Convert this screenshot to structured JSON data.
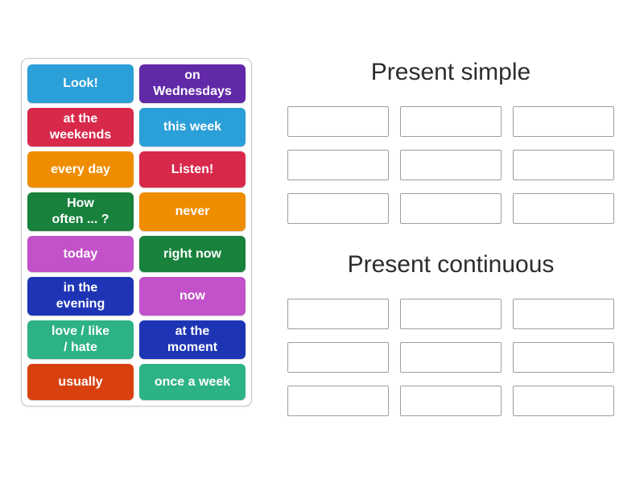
{
  "activity": {
    "type_hint": "group-sort drag-and-drop exercise"
  },
  "left_panel": {
    "tiles": [
      {
        "label": "Look!",
        "color": "#2b9fd8"
      },
      {
        "label": "on\nWednesdays",
        "color": "#6129a8"
      },
      {
        "label": "at the\nweekends",
        "color": "#d8294b"
      },
      {
        "label": "this week",
        "color": "#2b9fd8"
      },
      {
        "label": "every day",
        "color": "#ef8d00"
      },
      {
        "label": "Listen!",
        "color": "#d8294b"
      },
      {
        "label": "How\noften ... ?",
        "color": "#18813c"
      },
      {
        "label": "never",
        "color": "#ef8d00"
      },
      {
        "label": "today",
        "color": "#c351ca"
      },
      {
        "label": "right now",
        "color": "#18813c"
      },
      {
        "label": "in the\nevening",
        "color": "#1d35b5"
      },
      {
        "label": "now",
        "color": "#c351ca"
      },
      {
        "label": "love / like\n/ hate",
        "color": "#2db286"
      },
      {
        "label": "at the\nmoment",
        "color": "#1d35b5"
      },
      {
        "label": "usually",
        "color": "#d8410f"
      },
      {
        "label": "once a week",
        "color": "#2db286"
      }
    ]
  },
  "groups": [
    {
      "title": "Present simple",
      "slots": 9
    },
    {
      "title": "Present continuous",
      "slots": 9
    }
  ],
  "colors": {
    "background": "#ffffff",
    "title_text": "#2d2d2d",
    "tile_text": "#ffffff",
    "slot_border": "#9e9e9e",
    "card_border": "#c6c6c6"
  }
}
